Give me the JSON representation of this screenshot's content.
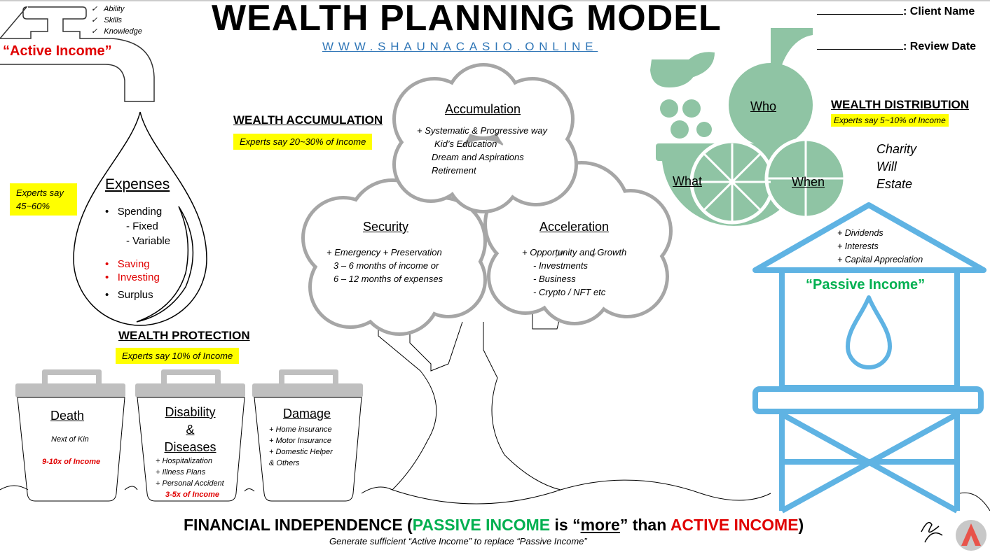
{
  "title": "WEALTH PLANNING MODEL",
  "website": "WWW.SHAUNACASIO.ONLINE",
  "client_name_label": ": Client Name",
  "review_date_label": ": Review Date",
  "active_income": {
    "label": "“Active Income”",
    "checklist": [
      "Ability",
      "Skills",
      "Knowledge"
    ]
  },
  "expenses": {
    "experts": "Experts say 45~60%",
    "title": "Expenses",
    "items": [
      "Spending",
      "- Fixed",
      "- Variable",
      "Saving",
      "Investing",
      "Surplus"
    ]
  },
  "accumulation": {
    "heading": "WEALTH ACCUMULATION",
    "experts": "Experts say 20~30% of Income",
    "accumulation": {
      "title": "Accumulation",
      "lines": [
        "+ Systematic & Progressive way",
        "Kid’s Education",
        "Dream and Aspirations",
        "Retirement"
      ]
    },
    "security": {
      "title": "Security",
      "lines": [
        "+ Emergency + Preservation",
        "3 – 6 months of income or",
        "6 – 12 months of expenses"
      ]
    },
    "acceleration": {
      "title": "Acceleration",
      "lines": [
        "+ Opportunity and Growth",
        "- Investments",
        "- Business",
        "- Crypto / NFT etc"
      ]
    }
  },
  "protection": {
    "heading": "WEALTH PROTECTION",
    "experts": "Experts say 10% of Income",
    "death": {
      "title": "Death",
      "sub": "Next of Kin",
      "note": "9-10x of Income"
    },
    "disability": {
      "title1": "Disability",
      "title2": "&",
      "title3": "Diseases",
      "lines": [
        "+ Hospitalization",
        "+ Illness Plans",
        "+ Personal Accident"
      ],
      "note": "3-5x of Income"
    },
    "damage": {
      "title": "Damage",
      "lines": [
        "+ Home insurance",
        "+ Motor Insurance",
        "+ Domestic Helper",
        "& Others"
      ]
    }
  },
  "distribution": {
    "heading": "WEALTH DISTRIBUTION",
    "experts": "Experts say 5~10% of Income",
    "who": "Who",
    "what": "What",
    "when": "When",
    "items": [
      "Charity",
      "Will",
      "Estate"
    ]
  },
  "passive": {
    "label": "“Passive Income”",
    "lines": [
      "+ Dividends",
      "+ Interests",
      "+ Capital Appreciation"
    ]
  },
  "footer": {
    "p1": "FINANCIAL INDEPENDENCE (",
    "p2": "PASSIVE INCOME",
    "p3": " is “",
    "p4": "more",
    "p5": "” than ",
    "p6": "ACTIVE INCOME",
    "p7": ")",
    "sub": "Generate sufficient “Active Income” to replace “Passive Income”"
  },
  "logo": {
    "signature": "Shaun Acasio"
  },
  "colors": {
    "red": "#e00000",
    "green": "#00b050",
    "blue": "#5fb3e3",
    "fruit": "#8fc4a4",
    "highlight": "#ffff00"
  }
}
